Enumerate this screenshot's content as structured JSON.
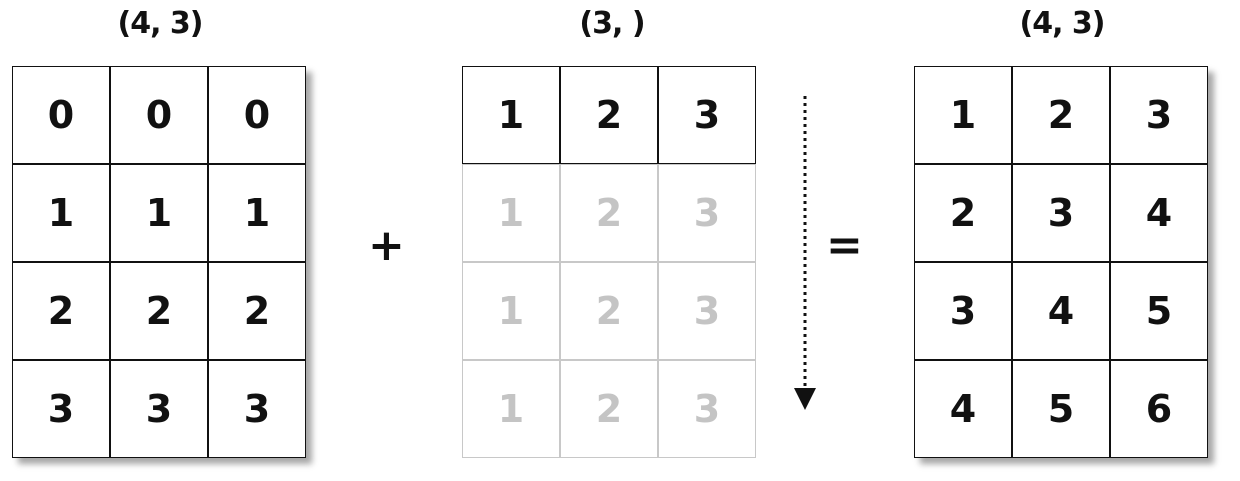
{
  "left": {
    "label": "(4, 3)",
    "rows": [
      [
        "0",
        "0",
        "0"
      ],
      [
        "1",
        "1",
        "1"
      ],
      [
        "2",
        "2",
        "2"
      ],
      [
        "3",
        "3",
        "3"
      ]
    ]
  },
  "middle": {
    "label": "(3,  )",
    "row": [
      "1",
      "2",
      "3"
    ],
    "broadcast_rows": [
      [
        "1",
        "2",
        "3"
      ],
      [
        "1",
        "2",
        "3"
      ],
      [
        "1",
        "2",
        "3"
      ]
    ]
  },
  "right": {
    "label": "(4, 3)",
    "rows": [
      [
        "1",
        "2",
        "3"
      ],
      [
        "2",
        "3",
        "4"
      ],
      [
        "3",
        "4",
        "5"
      ],
      [
        "4",
        "5",
        "6"
      ]
    ]
  },
  "operators": {
    "plus": "+",
    "equals": "="
  },
  "colors": {
    "ink": "#111111",
    "ghost": "#c4c4c4"
  },
  "icons": {
    "arrow": "dotted-down-arrow-icon"
  }
}
